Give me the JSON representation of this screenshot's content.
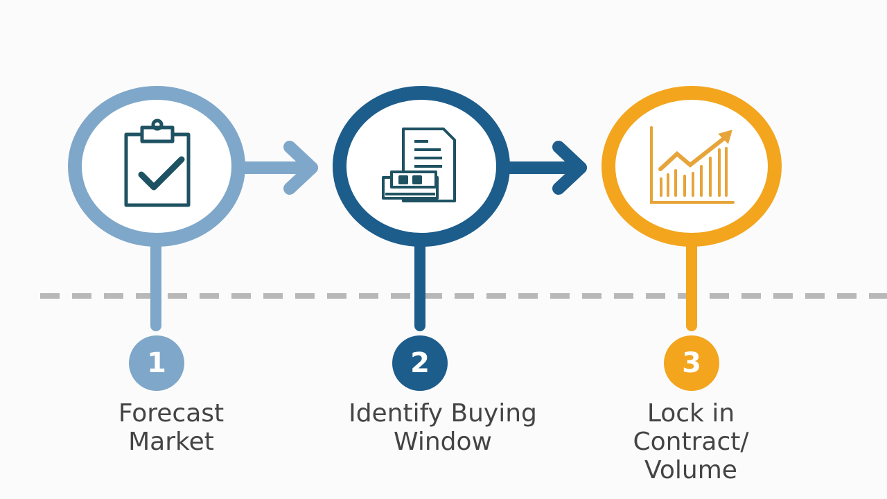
{
  "colors": {
    "step1": "#7fa7c9",
    "step2": "#1d5d8c",
    "step3": "#f3a51e",
    "icon": "#1e5262",
    "dash": "#b8b8b8",
    "text": "#444444"
  },
  "steps": [
    {
      "number": "1",
      "icon": "clipboard-check-icon",
      "label_lines": [
        "Forecast",
        "Market"
      ]
    },
    {
      "number": "2",
      "icon": "document-contract-icon",
      "label_lines": [
        "Identify Buying",
        "Window"
      ]
    },
    {
      "number": "3",
      "icon": "growth-chart-icon",
      "label_lines": [
        "Lock in",
        "Contract/",
        "Volume"
      ]
    }
  ]
}
